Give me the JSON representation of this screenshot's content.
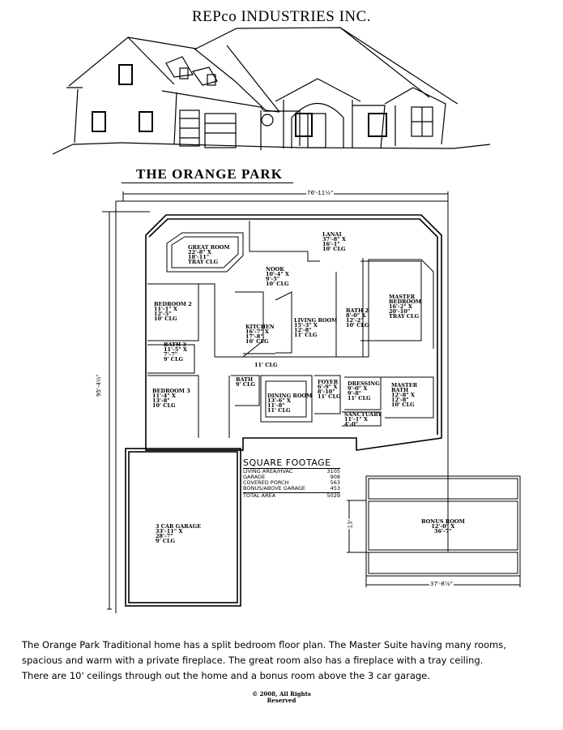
{
  "header": {
    "company": "REPco INDUSTRIES INC.",
    "plan_name": "THE ORANGE PARK"
  },
  "floor_plan": {
    "overall_width": "76'-11½\"",
    "overall_depth": "95'-4½\"",
    "hallway_ceiling": "11' CLG",
    "rooms": [
      {
        "name": "GREAT ROOM",
        "lines": [
          "GREAT ROOM",
          "22'-8\" X",
          "18'-11\"",
          "TRAY CLG"
        ]
      },
      {
        "name": "LANAI",
        "lines": [
          "LANAI",
          "37'-8\" X",
          "16'-1\"",
          "10' CLG"
        ]
      },
      {
        "name": "NOOK",
        "lines": [
          "NOOK",
          "10'-4\" X",
          "9'-5\"",
          "10' CLG"
        ]
      },
      {
        "name": "MASTER BEDROOM",
        "lines": [
          "MASTER",
          "BEDROOM",
          "16'-2\" X",
          "20'-10\"",
          "TRAY CLG"
        ]
      },
      {
        "name": "BEDROOM 2",
        "lines": [
          "BEDROOM 2",
          "11'-1\" X",
          "12'-5\"",
          "10' CLG"
        ]
      },
      {
        "name": "KITCHEN",
        "lines": [
          "KITCHEN",
          "16'-7\" X",
          "17'-8\"",
          "10' CLG"
        ]
      },
      {
        "name": "LIVING ROOM",
        "lines": [
          "LIVING ROOM",
          "15'-3\" X",
          "12'-8\"",
          "11' CLG"
        ]
      },
      {
        "name": "BATH 2",
        "lines": [
          "BATH 2",
          "8'-0\" X",
          "12'-2\"",
          "10' CLG"
        ]
      },
      {
        "name": "BATH 3",
        "lines": [
          "BATH 3",
          "11'-5\" X",
          "7'-7\"",
          "9' CLG"
        ]
      },
      {
        "name": "BATH",
        "lines": [
          "BATH",
          "9' CLG"
        ]
      },
      {
        "name": "BEDROOM 3",
        "lines": [
          "BEDROOM 3",
          "11'-4\" X",
          "13'-8\"",
          "10' CLG"
        ]
      },
      {
        "name": "DINING ROOM",
        "lines": [
          "DINING ROOM",
          "13'-6\" X",
          "11'-8\"",
          "11' CLG"
        ]
      },
      {
        "name": "FOYER",
        "lines": [
          "FOYER",
          "6'-9\" X",
          "8'-10\"",
          "11' CLG"
        ]
      },
      {
        "name": "DRESSING",
        "lines": [
          "DRESSING",
          "9'-0\" X",
          "9'-8\"",
          "11' CLG"
        ]
      },
      {
        "name": "MASTER BATH",
        "lines": [
          "MASTER",
          "BATH",
          "12'-8\" X",
          "12'-8\"",
          "10' CLG"
        ]
      },
      {
        "name": "SANCTUARY",
        "lines": [
          "SANCTUARY",
          "11'-1\" X",
          "4'-0\""
        ]
      },
      {
        "name": "3 CAR GARAGE",
        "lines": [
          "3 CAR GARAGE",
          "33'-11\" X",
          "28'-7\"",
          "9' CLG"
        ]
      }
    ]
  },
  "square_footage": {
    "title": "SQUARE FOOTAGE",
    "rows": [
      {
        "label": "LIVING AREA/HVAC",
        "value": "3105"
      },
      {
        "label": "GARAGE",
        "value": "908"
      },
      {
        "label": "COVERED PORCH",
        "value": "563"
      },
      {
        "label": "BONUS/ABOVE GARAGE",
        "value": "453"
      }
    ],
    "total": {
      "label": "TOTAL AREA",
      "value": "5029"
    }
  },
  "bonus_room": {
    "lines": [
      "BONUS ROOM",
      "12'-0\" X",
      "36'-7\""
    ],
    "depth": "13'",
    "width": "37'-8⅞\""
  },
  "description": [
    "The Orange Park Traditional home has a split bedroom floor plan.  The Master Suite having many rooms,",
    "spacious and warm with a private fireplace.  The great room also has a fireplace with a tray ceiling.",
    "There are 10' ceilings through out the home and a bonus room above the 3 car garage."
  ],
  "copyright": [
    "© 2008, All Rights",
    "Reserved"
  ]
}
